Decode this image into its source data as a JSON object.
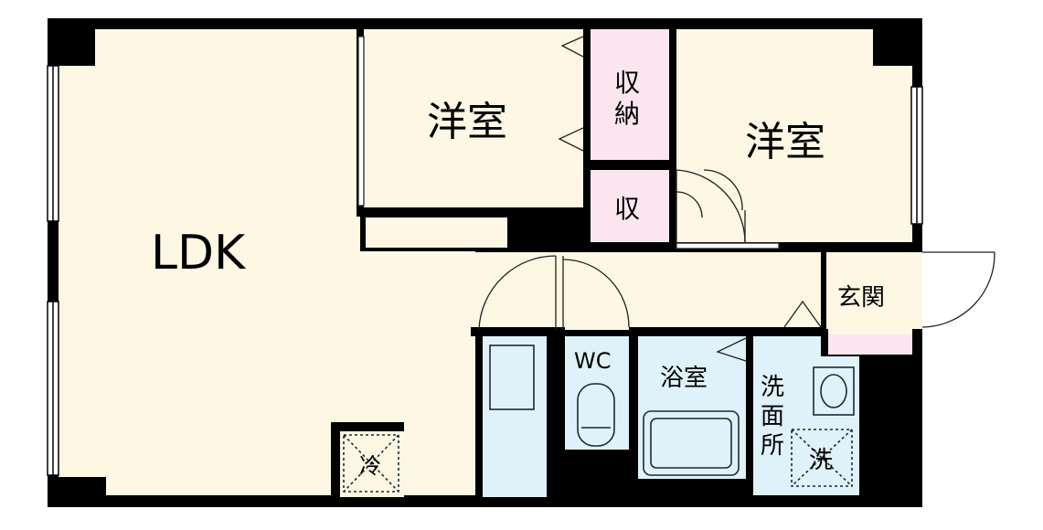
{
  "rooms": {
    "ldk": "LDK",
    "western_room_1": "洋室",
    "western_room_2": "洋室",
    "storage_large_top": "収",
    "storage_large_bottom": "納",
    "storage_small": "収",
    "entrance": "玄関",
    "wc": "WC",
    "bathroom": "浴室",
    "washroom_1": "洗",
    "washroom_2": "面",
    "washroom_3": "所",
    "washing_machine": "洗",
    "refrigerator": "冷"
  },
  "colors": {
    "floor": "#fdf7e3",
    "wall": "#000000",
    "storage": "#fbe6ef",
    "water": "#dff1f9",
    "fixture_line": "#1c2a33",
    "door_line": "#222222"
  }
}
